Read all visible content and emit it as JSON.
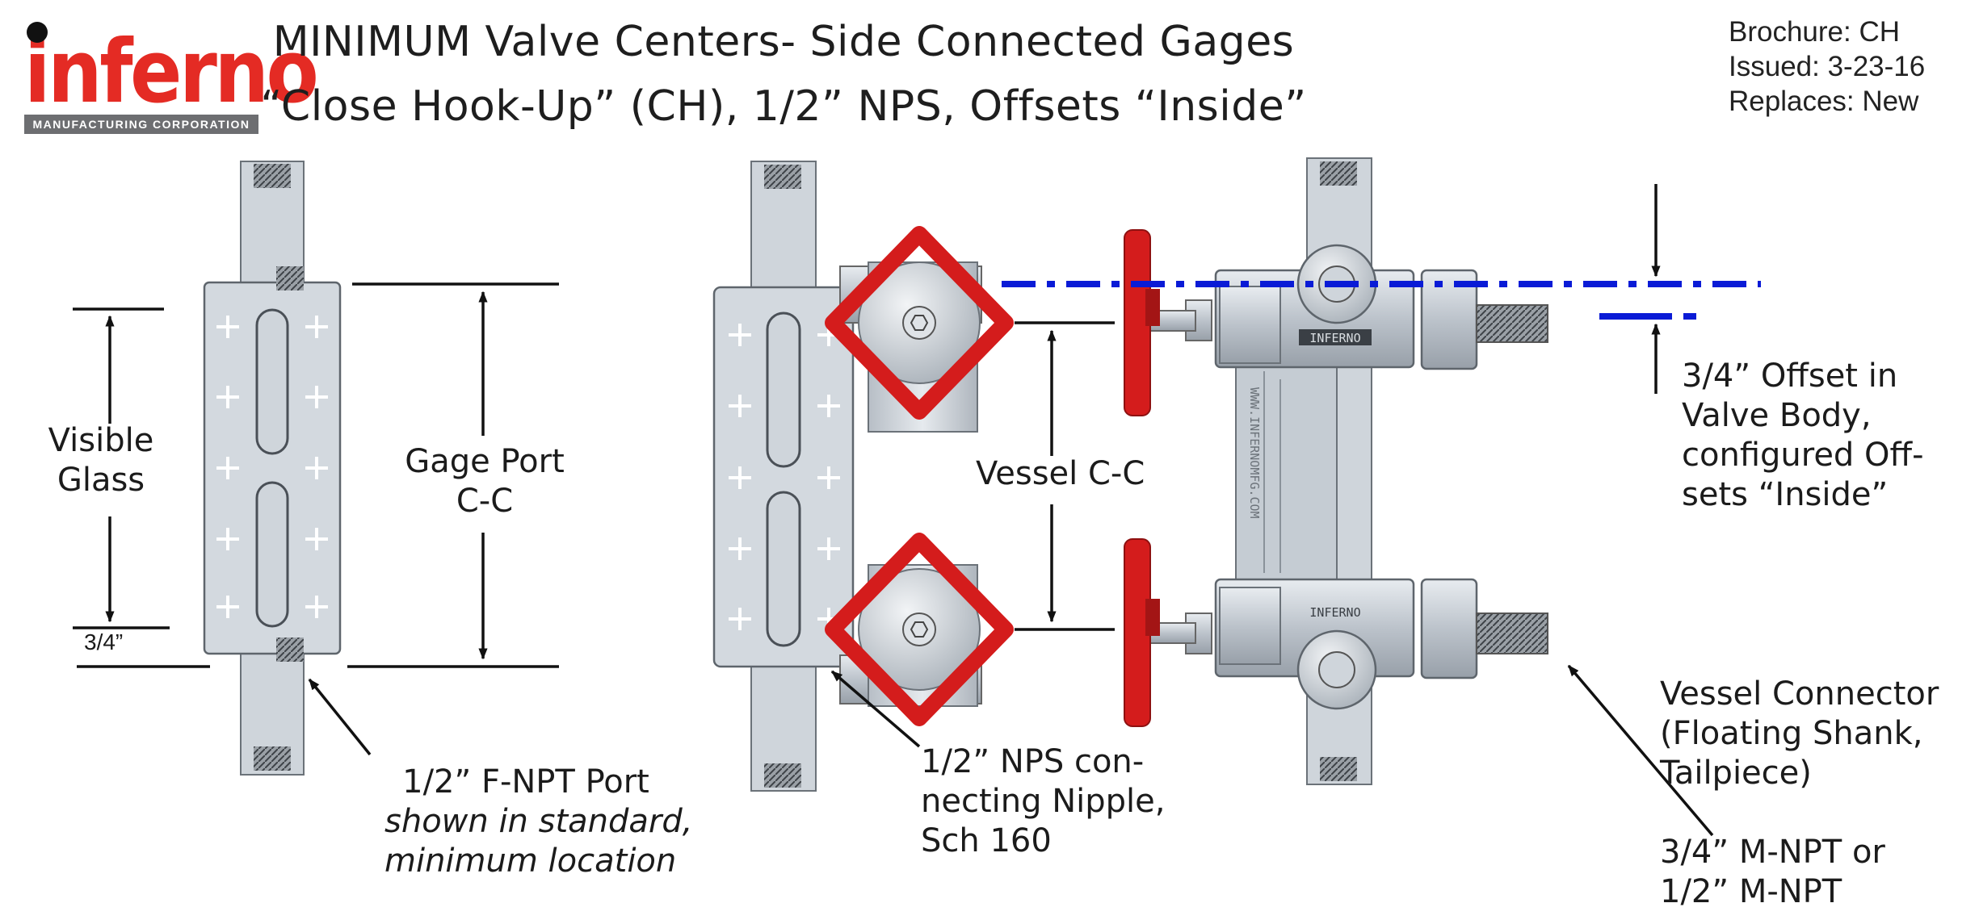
{
  "logo": {
    "brand": "inferno",
    "tagline": "MANUFACTURING CORPORATION"
  },
  "title": {
    "line1": "MINIMUM Valve Centers- Side Connected Gages",
    "line2": "“Close Hook-Up” (CH), 1/2” NPS, Offsets “Inside”"
  },
  "meta": {
    "brochure": "Brochure: CH",
    "issued": "Issued: 3-23-16",
    "replaces": "Replaces: New"
  },
  "labels": {
    "visible_glass_1": "Visible",
    "visible_glass_2": "Glass",
    "three_quarter": "3/4”",
    "gage_port_1": "Gage Port",
    "gage_port_2": "C-C",
    "fnpt_1": "1/2” F-NPT Port",
    "fnpt_2": "shown in standard,",
    "fnpt_3": "minimum location",
    "vessel_cc": "Vessel C-C",
    "nipple_1": "1/2” NPS con-",
    "nipple_2": "necting Nipple,",
    "nipple_3": "Sch 160",
    "offset_1": "3/4” Offset in",
    "offset_2": "Valve Body,",
    "offset_3": "configured Off-",
    "offset_4": "sets “Inside”",
    "connector_1": "Vessel Connector",
    "connector_2": "(Floating Shank,",
    "connector_3": "Tailpiece)",
    "mnpt_1": "3/4” M-NPT or",
    "mnpt_2": "1/2” M-NPT",
    "body_mark_top": "INFERNO",
    "body_mark_bottom": "INFERNO",
    "body_mark_side": "WWW.INFERNOMFG.COM"
  },
  "colors": {
    "brand_red": "#e42b24",
    "centerline_blue": "#0a1bd6",
    "valve_red": "#d41c1c",
    "metal": "#c9cfd6"
  }
}
